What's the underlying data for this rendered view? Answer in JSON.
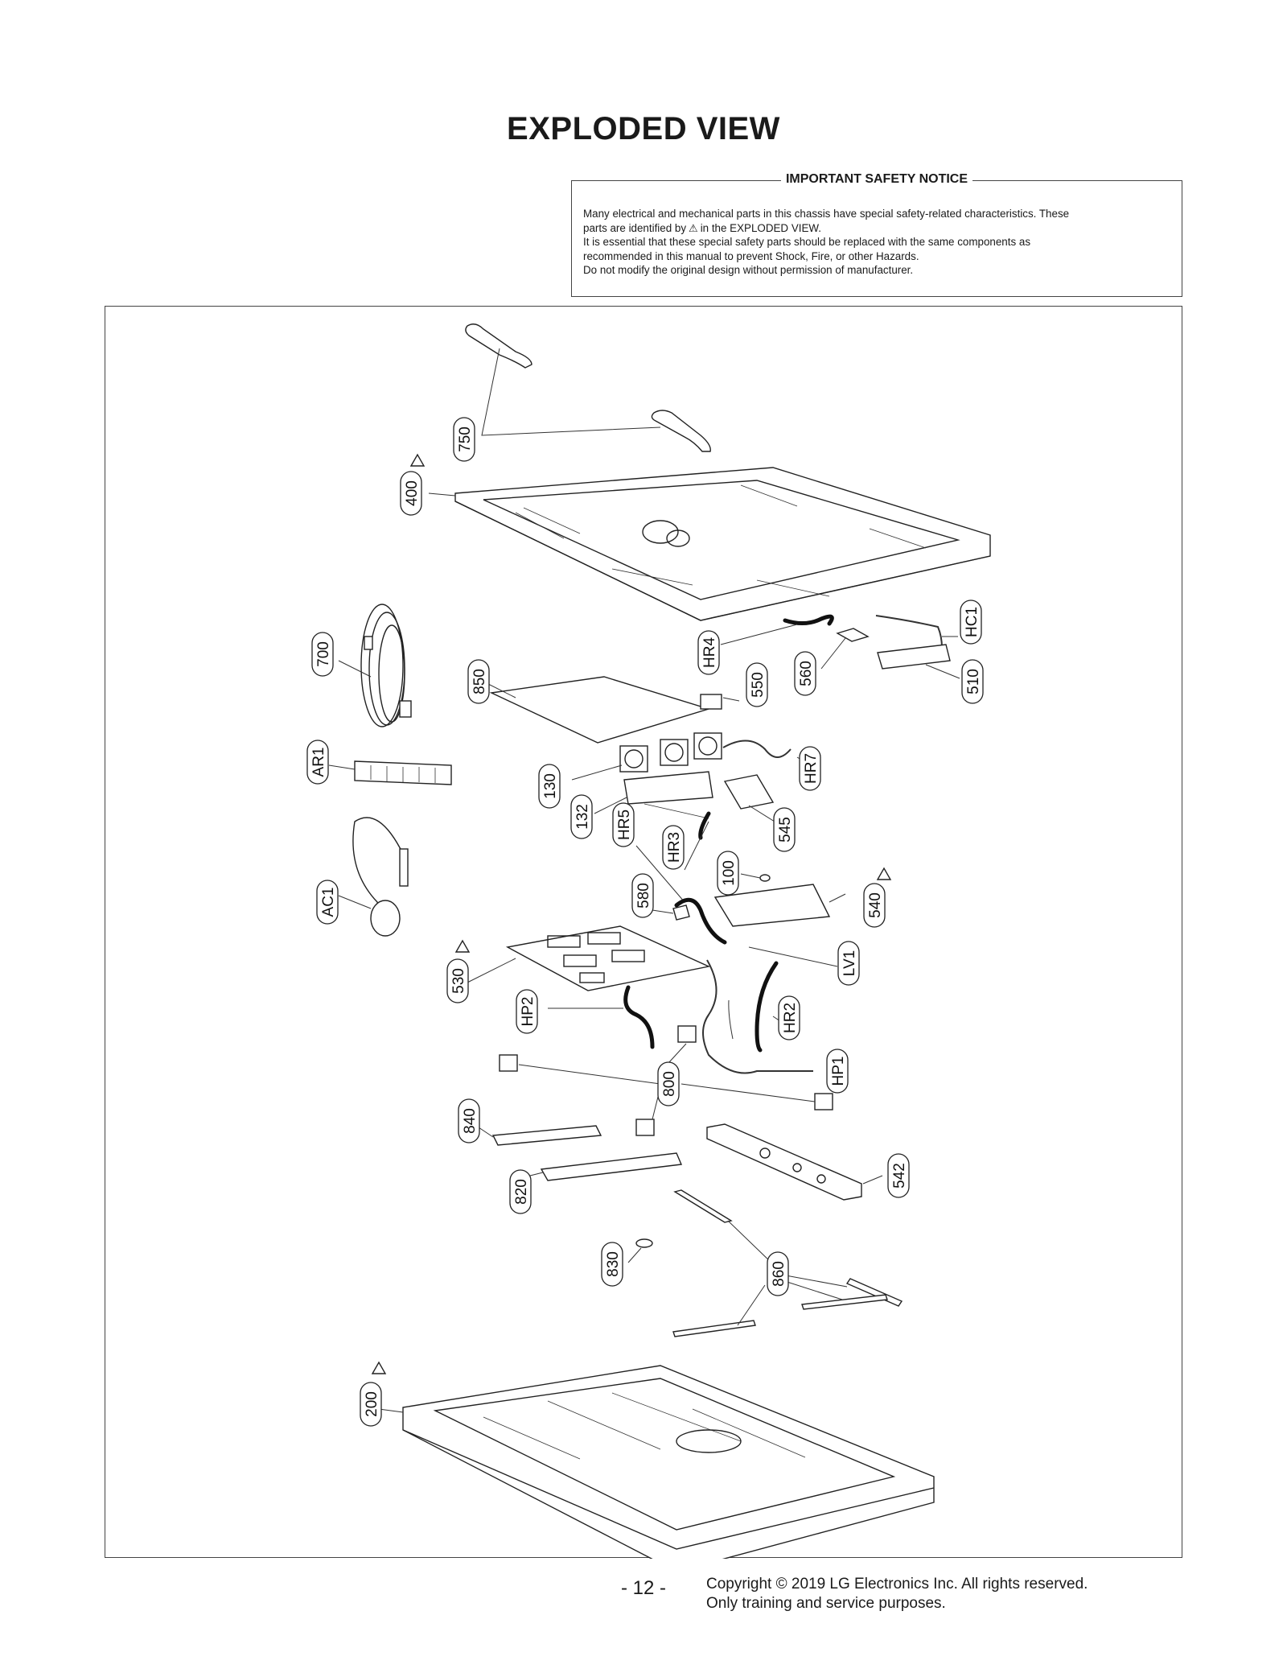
{
  "page": {
    "title": "EXPLODED VIEW"
  },
  "notice": {
    "heading": "IMPORTANT SAFETY NOTICE",
    "line1": "Many electrical and mechanical parts in this chassis have special safety-related characteristics. These",
    "line2_pre": "parts are identified by",
    "line2_post": "in the EXPLODED VIEW.",
    "line3": "It is essential that these special safety parts should be replaced with the same components as",
    "line4": "recommended in this manual to prevent Shock, Fire, or other Hazards.",
    "line5": "Do not modify the original design without permission of manufacturer."
  },
  "parts": {
    "p750": "750",
    "p400": "400",
    "p700": "700",
    "p850": "850",
    "pHR4": "HR4",
    "p560": "560",
    "p550": "550",
    "pHC1": "HC1",
    "p510": "510",
    "pAR1": "AR1",
    "p130": "130",
    "p132": "132",
    "pHR7": "HR7",
    "p545": "545",
    "pHR5": "HR5",
    "pHR3": "HR3",
    "p100": "100",
    "p580": "580",
    "p540": "540",
    "pAC1": "AC1",
    "pLV1": "LV1",
    "p530": "530",
    "pHP2": "HP2",
    "pHR2": "HR2",
    "pHP1": "HP1",
    "p800": "800",
    "p840": "840",
    "p542": "542",
    "p820": "820",
    "p830": "830",
    "p860": "860",
    "p200": "200"
  },
  "footer": {
    "page_number": "- 12 -",
    "copyright": "Copyright © 2019 LG Electronics Inc. All rights reserved.",
    "usage": "Only training and service purposes."
  }
}
